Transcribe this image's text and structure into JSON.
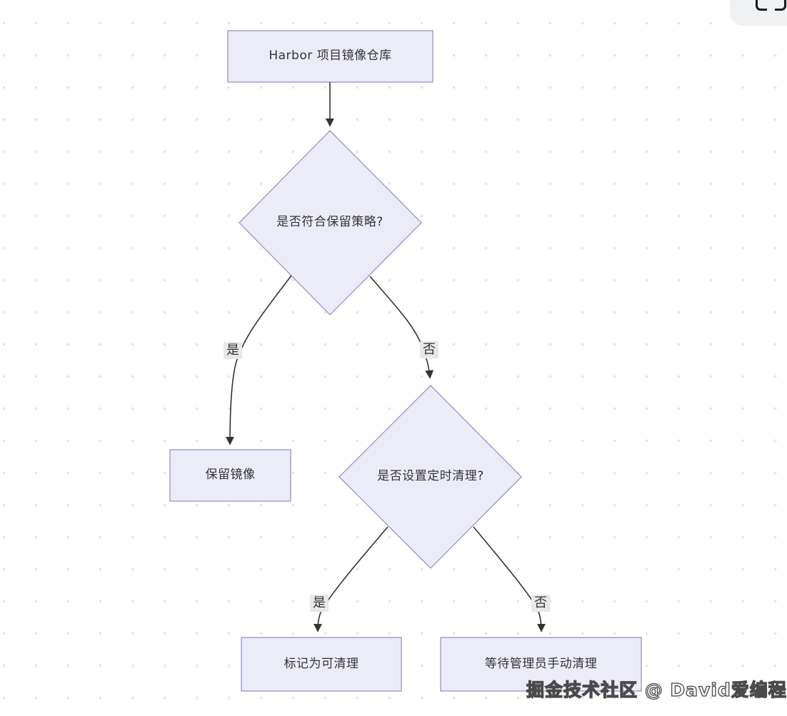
{
  "colors": {
    "node_fill": "#ECECF9",
    "node_border": "#9A93C6",
    "edge": "#333333",
    "label_bg": "#E8E8E8",
    "text": "#333333",
    "watermark_fill": "#FFFFFF",
    "watermark_stroke": "#4A4A4A"
  },
  "diagram": {
    "type": "flowchart",
    "nodes": [
      {
        "id": "start",
        "shape": "rect",
        "label": "Harbor 项目镜像仓库"
      },
      {
        "id": "decision1",
        "shape": "diamond",
        "label": "是否符合保留策略?"
      },
      {
        "id": "keep",
        "shape": "rect",
        "label": "保留镜像"
      },
      {
        "id": "decision2",
        "shape": "diamond",
        "label": "是否设置定时清理?"
      },
      {
        "id": "mark",
        "shape": "rect",
        "label": "标记为可清理"
      },
      {
        "id": "wait",
        "shape": "rect",
        "label": "等待管理员手动清理"
      }
    ],
    "edges": [
      {
        "from": "start",
        "to": "decision1",
        "label": ""
      },
      {
        "from": "decision1",
        "to": "keep",
        "label": "是"
      },
      {
        "from": "decision1",
        "to": "decision2",
        "label": "否"
      },
      {
        "from": "decision2",
        "to": "mark",
        "label": "是"
      },
      {
        "from": "decision2",
        "to": "wait",
        "label": "否"
      }
    ]
  },
  "watermark": "掘金技术社区 @ David爱编程"
}
